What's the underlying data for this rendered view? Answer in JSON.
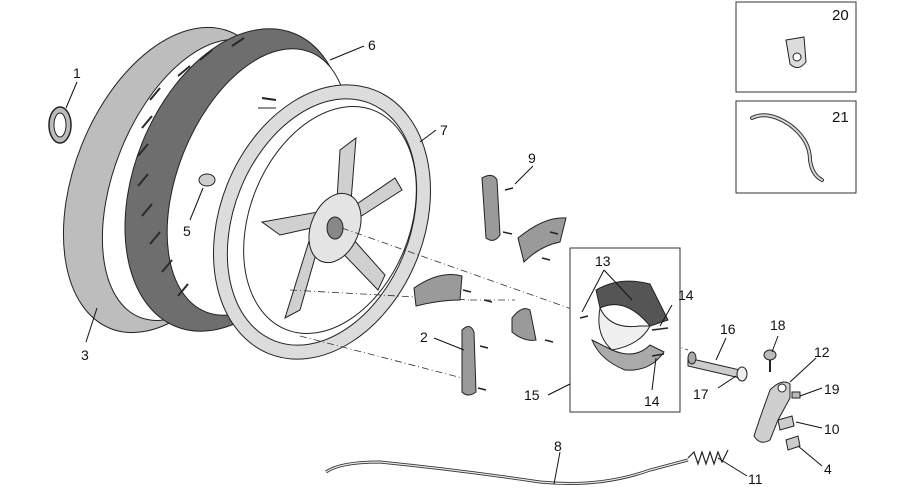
{
  "callouts": [
    "1",
    "2",
    "3",
    "4",
    "5",
    "6",
    "7",
    "8",
    "9",
    "10",
    "11",
    "12",
    "13",
    "14",
    "14",
    "15",
    "16",
    "17",
    "18",
    "19",
    "20",
    "21"
  ],
  "colors": {
    "tire_outer": "#b8b8b8",
    "tire_tread": "#6e6e6e",
    "rim": "#d9d9d9",
    "brake_pad": "#9a9a9a",
    "line": "#222222"
  }
}
